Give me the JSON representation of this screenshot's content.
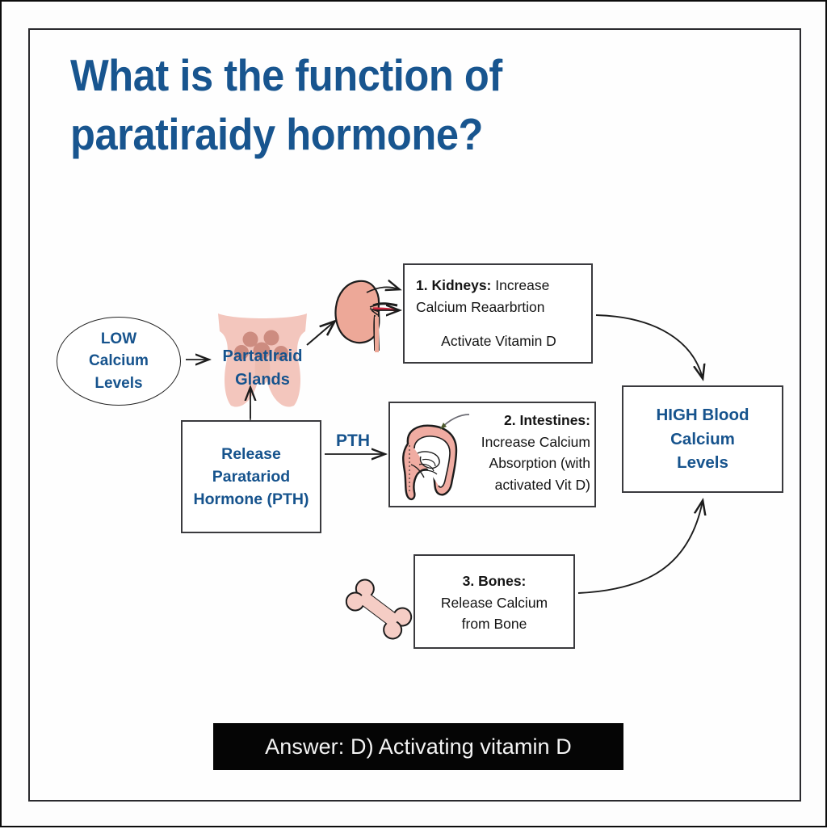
{
  "title": {
    "line1": "What is the function of",
    "line2": "paratiraidy hormone?"
  },
  "colors": {
    "title_blue": "#18558f",
    "label_blue": "#16538d",
    "organ_pink": "#f2c4bb",
    "organ_pink_dark": "#cd8c80",
    "box_border": "#3a3a3e",
    "answer_bg": "#050505",
    "answer_text": "#f4f4f4"
  },
  "flow": {
    "start": {
      "line1": "LOW",
      "line2": "Calcium",
      "line3": "Levels"
    },
    "glands": {
      "line1": "PartatIraid",
      "line2": "Glands"
    },
    "release": {
      "line1": "Release",
      "line2": "Paratariod",
      "line3": "Hormone (PTH)"
    },
    "pth_arrow_label": "PTH",
    "targets": [
      {
        "number": "1.",
        "organ": "Kidneys:",
        "text_inline": " Increase",
        "line2": "Calcium Reaarbrtion",
        "line3": "Activate Vitamin D"
      },
      {
        "number": "2.",
        "organ": "Intestines:",
        "line2": "Increase Calcium",
        "line3": "Absorption (with",
        "line4": "activated Vit D)"
      },
      {
        "number": "3.",
        "organ": "Bones:",
        "line2": "Release Calcium",
        "line3": "from Bone"
      }
    ],
    "result": {
      "line1": "HIGH Blood",
      "line2": "Calcium",
      "line3": "Levels"
    }
  },
  "answer": {
    "text": "Answer: D) Activating vitamin D"
  }
}
